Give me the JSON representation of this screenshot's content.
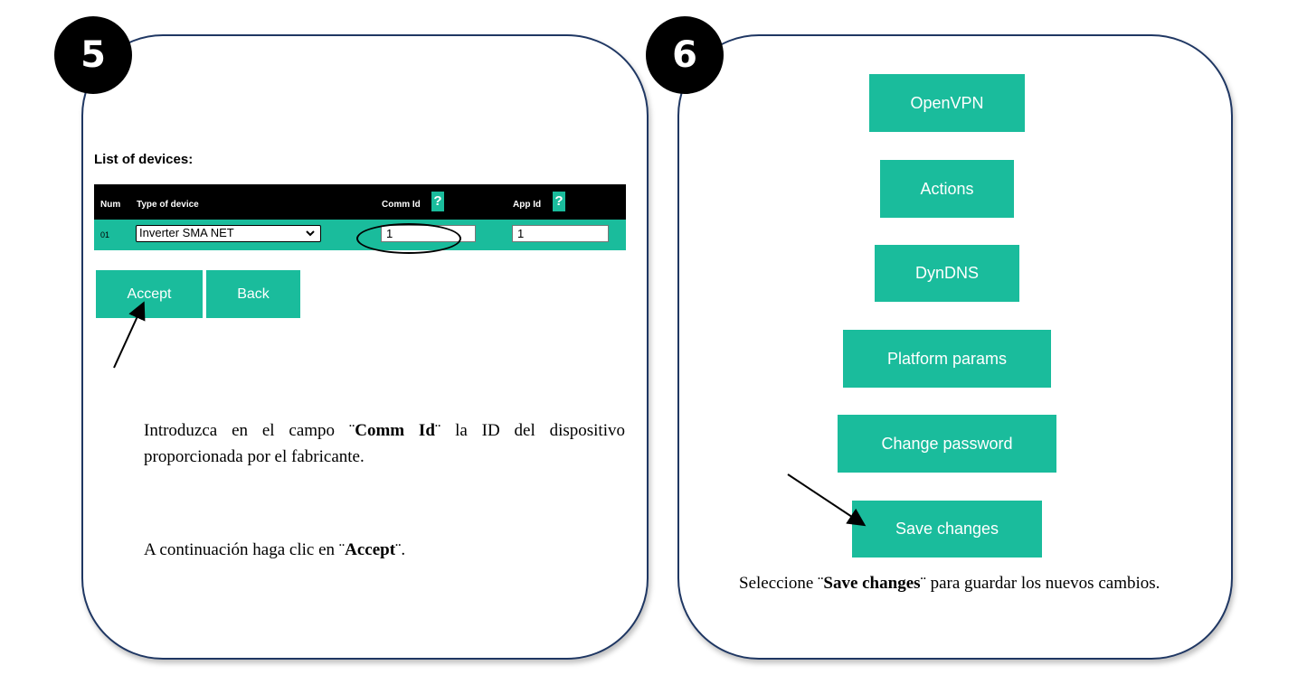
{
  "step5": {
    "badge": "5",
    "list_title": "List of devices:",
    "table": {
      "headers": {
        "num": "Num",
        "type": "Type of device",
        "comm": "Comm Id",
        "app": "App Id",
        "help": "?"
      },
      "row": {
        "num": "01",
        "type": "Inverter SMA NET",
        "comm_id": "1",
        "app_id": "1"
      }
    },
    "buttons": {
      "accept": "Accept",
      "back": "Back"
    },
    "instruction_a": {
      "pre": "Introduzca en el campo ",
      "q1": "¨",
      "bold": "Comm Id",
      "q2": "¨",
      "post": " la ID del dispositivo proporcionada por el fabricante."
    },
    "instruction_b": {
      "pre": "A continuación haga clic en ",
      "q1": "¨",
      "bold": "Accept",
      "q2": "¨",
      "post": "."
    }
  },
  "step6": {
    "badge": "6",
    "buttons": {
      "openvpn": "OpenVPN",
      "actions": "Actions",
      "dyndns": "DynDNS",
      "platform": "Platform params",
      "password": "Change password",
      "save": "Save changes"
    },
    "instruction": {
      "pre": "Seleccione ",
      "q1": "¨",
      "bold": "Save changes",
      "q2": "¨",
      "post": " para guardar los nuevos cambios."
    }
  },
  "colors": {
    "accent": "#1abc9c",
    "border": "#1f3763",
    "header": "#000000"
  },
  "icons": {
    "dropdown": "chevron-down-icon"
  }
}
